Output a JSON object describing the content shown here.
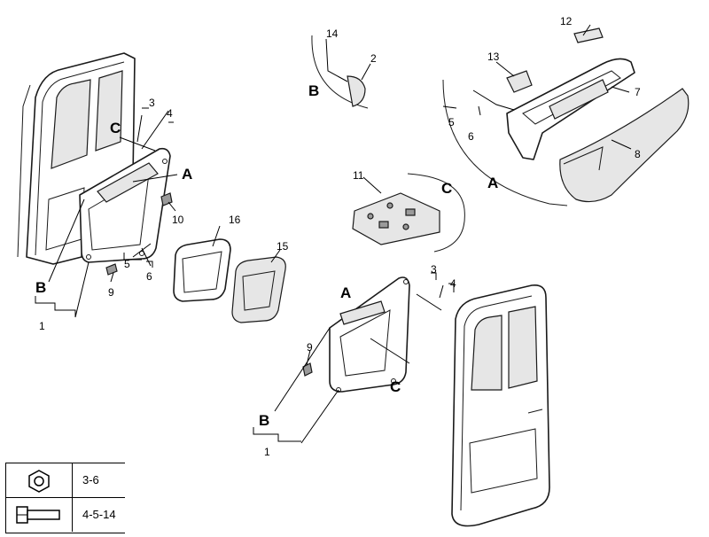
{
  "views": {
    "a": "A",
    "b": "B",
    "c": "C"
  },
  "callouts": {
    "c1": "1",
    "c2": "2",
    "c3": "3",
    "c4": "4",
    "c5": "5",
    "c6": "6",
    "c7": "7",
    "c8": "8",
    "c9": "9",
    "c10": "10",
    "c11": "11",
    "c12": "12",
    "c13": "13",
    "c14": "14",
    "c15": "15",
    "c16": "16"
  },
  "legend": {
    "nut_ref": "3-6",
    "bolt_ref": "4-5-14",
    "nut_icon": "hex-nut-icon",
    "bolt_icon": "bolt-icon"
  }
}
